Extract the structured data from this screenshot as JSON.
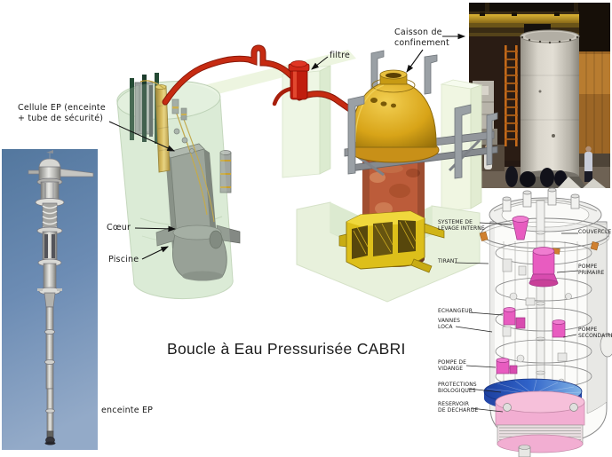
{
  "title": "Boucle à Eau Pressurisée CABRI",
  "annotations": {
    "cellule_ep": "Cellule EP (enceinte\n+ tube de sécurité)",
    "coeur": "Cœur",
    "piscine": "Piscine",
    "filtre": "filtre",
    "caisson_confinement": "Caisson de\nconfinement",
    "enceinte_ep": "enceinte EP"
  },
  "schematic": {
    "left_labels": [
      {
        "text": "SYSTEME DE\nLEVAGE INTERNE"
      },
      {
        "text": "TIRANT"
      },
      {
        "text": "ECHANGEUR"
      },
      {
        "text": "VANNES\nLOCA"
      },
      {
        "text": "POMPE DE\nVIDANGE"
      },
      {
        "text": "PROTECTIONS\nBIOLOGIQUES"
      },
      {
        "text": "RESERVOIR\nDE DECHARGE"
      }
    ],
    "right_labels": [
      {
        "text": "COUVERCLE"
      },
      {
        "text": "POMPE\nPRIMAIRE"
      },
      {
        "text": "POMPE\nSECONDAIRE"
      }
    ]
  },
  "colors": {
    "background": "#ffffff",
    "pipe_red": "#c22a10",
    "caisson_gold": "#d8a418",
    "pool_green": "#e3efd9",
    "label_ink": "#1a1a1a",
    "schematic_pink": "#e85cc0",
    "schematic_blue": "#2f62c8",
    "reservoir_pink": "#f2aed2",
    "sky_blue": "#5b7fb3"
  }
}
